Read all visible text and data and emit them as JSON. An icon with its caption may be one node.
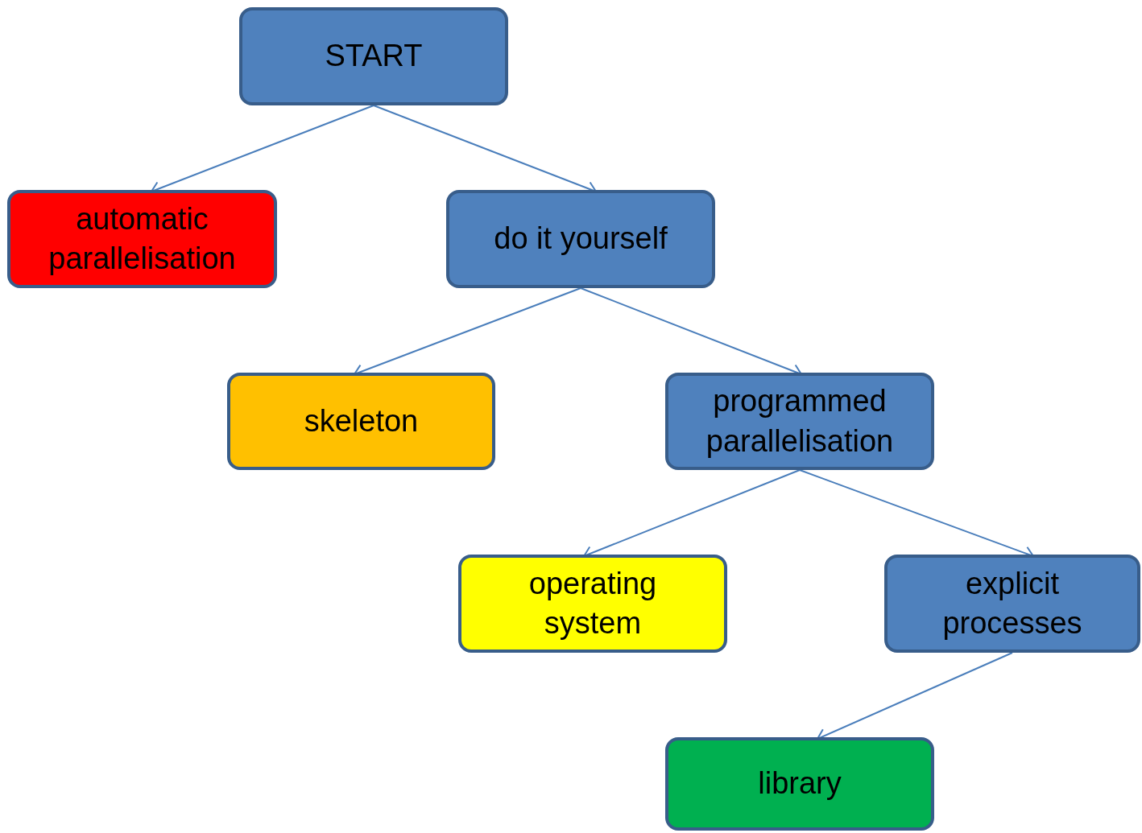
{
  "diagram": {
    "nodes": [
      {
        "text": [
          "START"
        ]
      },
      {
        "text": [
          "automatic parallelisation"
        ]
      },
      {
        "text": [
          "do it yourself"
        ]
      },
      {
        "text": [
          "skeleton"
        ]
      },
      {
        "text": [
          "programmed parallelisation"
        ]
      },
      {
        "text": [
          "operating system"
        ]
      },
      {
        "text": [
          "explicit processes"
        ]
      },
      {
        "text": [
          "library"
        ]
      }
    ],
    "edges": [
      {
        "from": 0,
        "to": 1,
        "arrow": "to"
      },
      {
        "from": 0,
        "to": 2,
        "arrow": "to"
      },
      {
        "from": 2,
        "to": 3,
        "arrow": "to"
      },
      {
        "from": 2,
        "to": 4,
        "arrow": "to"
      },
      {
        "from": 4,
        "to": 5,
        "arrow": "to"
      },
      {
        "from": 4,
        "to": 6,
        "arrow": "to"
      },
      {
        "from": 6,
        "to": 7,
        "arrow": "to"
      }
    ]
  }
}
